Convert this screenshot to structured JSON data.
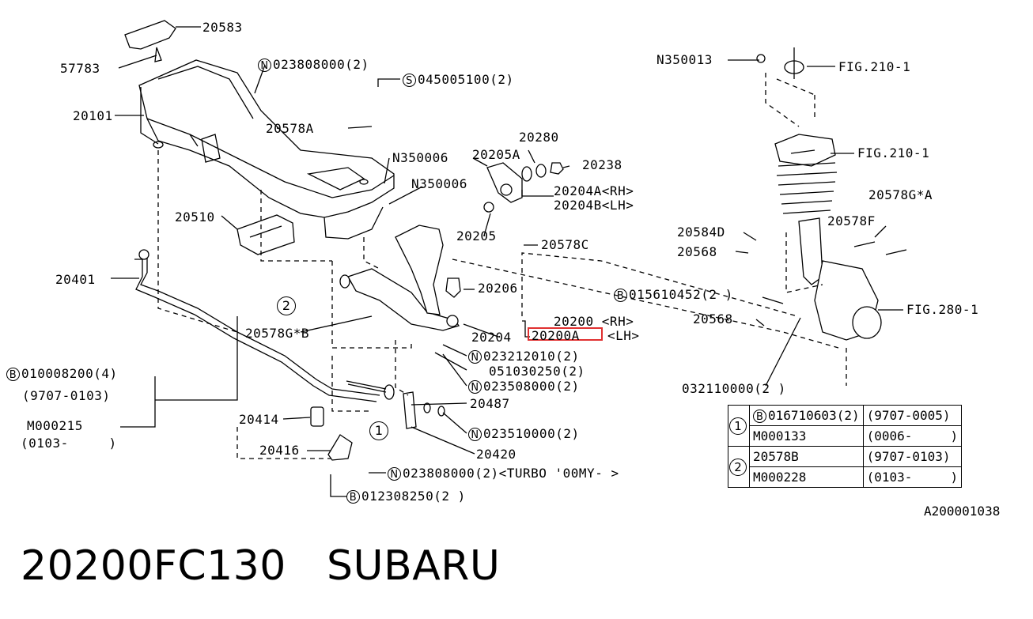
{
  "labels": {
    "l20583": "20583",
    "l57783": "57783",
    "l20101": "20101",
    "n023808000": "023808000(2)",
    "s045005100": "045005100(2)",
    "l20578a": "20578A",
    "n350006_1": "N350006",
    "n350006_2": "N350006",
    "l20280": "20280",
    "l20205a": "20205A",
    "l20238": "20238",
    "l20204a": "20204A<RH>",
    "l20204b": "20204B<LH>",
    "l20510": "20510",
    "l20205": "20205",
    "l20578c": "20578C",
    "l20401": "20401",
    "l20206": "20206",
    "l20578gb": "20578G*B",
    "l20200": "20200 <RH>",
    "l20200a": "20200A",
    "l20200a_side": "<LH>",
    "l20204": "20204",
    "n023212010": "023212010(2)",
    "l051030250": "051030250(2)",
    "n023508000": "023508000(2)",
    "b010008200": "010008200(4)",
    "r9707_0103": "(9707-0103)",
    "m000215": "M000215",
    "r0103": "(0103-     )",
    "l20414": "20414",
    "l20487": "20487",
    "n023510000": "023510000(2)",
    "l20420": "20420",
    "l20416": "20416",
    "n023808000b": "023808000(2)<TURBO '00MY- >",
    "b012308250": "012308250(2 )",
    "n350013": "N350013",
    "fig210_1a": "FIG.210-1",
    "fig210_1b": "FIG.210-1",
    "l20578ga": "20578G*A",
    "l20578f": "20578F",
    "l20584d": "20584D",
    "l20568a": "20568",
    "b015610452": "015610452(2 )",
    "l20568b": "20568",
    "fig280_1": "FIG.280-1",
    "l032110000": "032110000(2 )"
  },
  "markers": {
    "n": "N",
    "s": "S",
    "b": "B",
    "one": "1",
    "two": "2"
  },
  "table": {
    "rows": [
      {
        "num": "1",
        "part": "016710603(2)",
        "prefix": "B",
        "range": "(9707-0005)"
      },
      {
        "num": "",
        "part": "M000133",
        "prefix": "",
        "range": "(0006-     )"
      },
      {
        "num": "2",
        "part": "20578B",
        "prefix": "",
        "range": "(9707-0103)"
      },
      {
        "num": "",
        "part": "M000228",
        "prefix": "",
        "range": "(0103-     )"
      }
    ]
  },
  "ref_code": "A200001038",
  "footer": "20200FC130   SUBARU"
}
